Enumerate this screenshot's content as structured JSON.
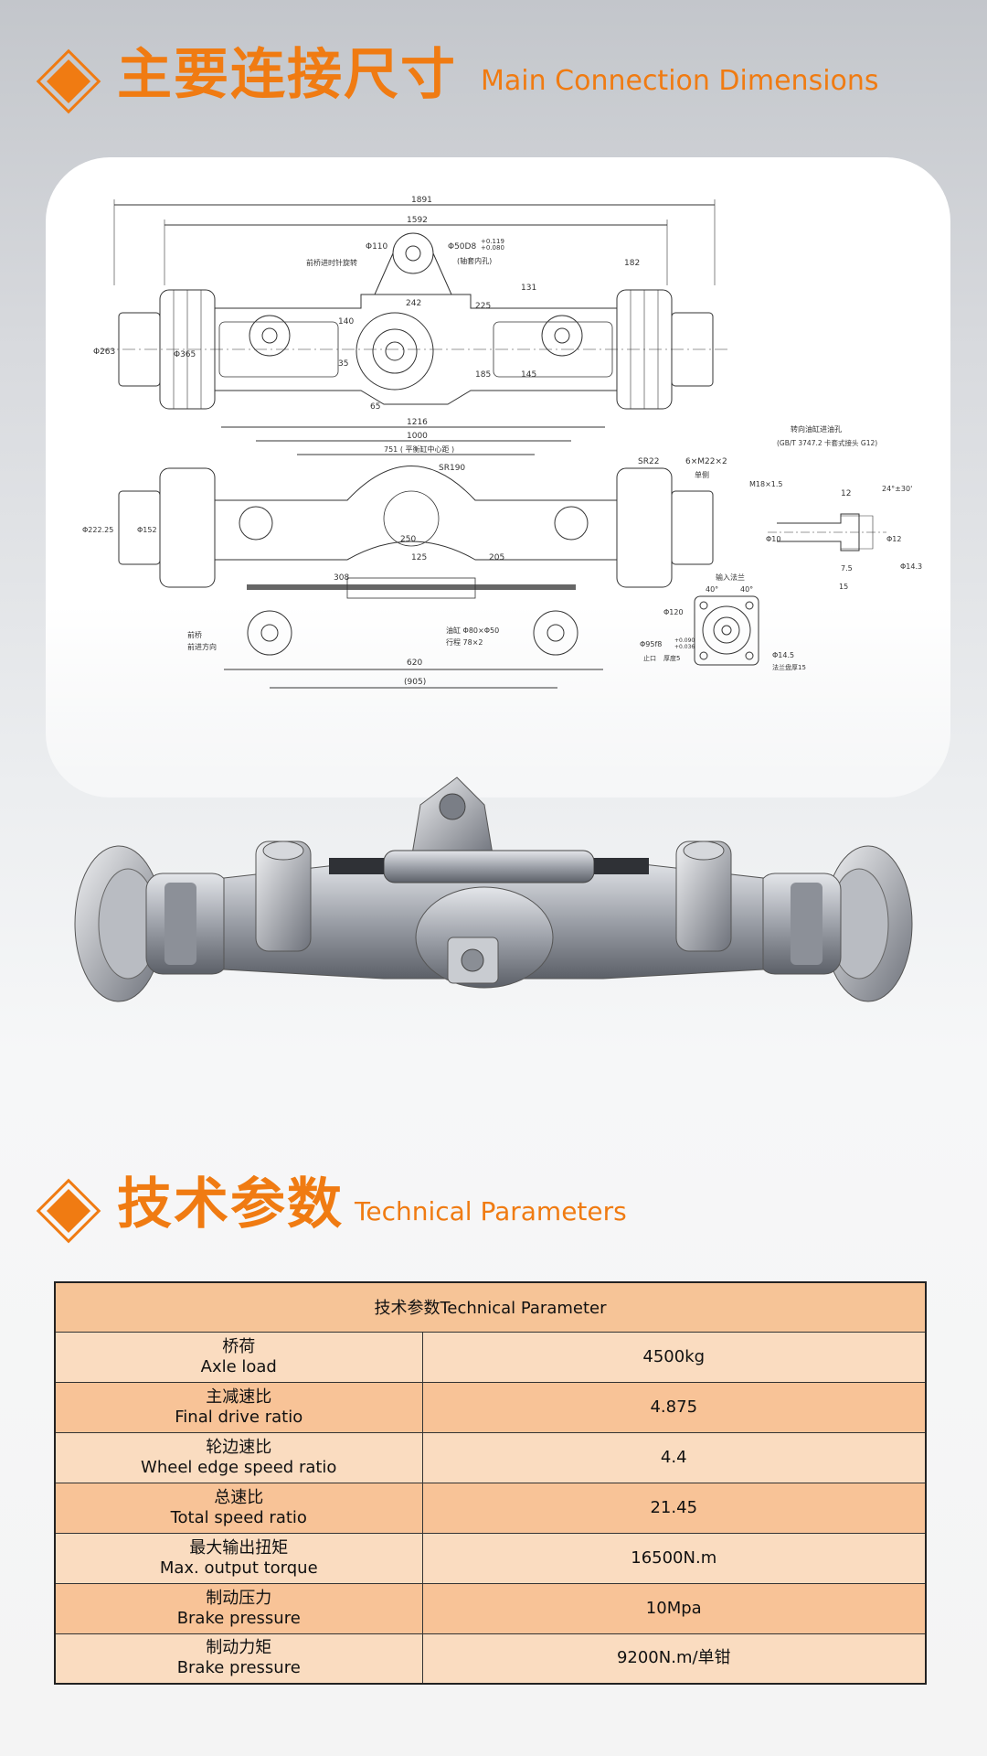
{
  "section1": {
    "title_cn": "主要连接尺寸",
    "title_en": "Main Connection Dimensions"
  },
  "drawing": {
    "top_view": {
      "dims": [
        "1891",
        "1592",
        "Φ110",
        "Φ50D8",
        "+0.119",
        "+0.080",
        "(轴套内孔)",
        "前桥进时针旋转",
        "182",
        "242",
        "225",
        "131",
        "Φ263",
        "Φ365",
        "140",
        "35",
        "185",
        "145",
        "65"
      ]
    },
    "front_view": {
      "dims": [
        "1216",
        "1000",
        "751 ( 平衡缸中心距 )",
        "SR190",
        "SR22",
        "6×M22×2",
        "单侧",
        "M18×1.5",
        "Φ222.25",
        "Φ152",
        "250",
        "125",
        "205",
        "308",
        "油缸 Φ80×Φ50",
        "行程 78×2",
        "620",
        "(905)",
        "前桥",
        "前进方向"
      ]
    },
    "port_detail": {
      "title": "转向油缸进油孔",
      "spec": "(GB/T 3747.2  卡套式接头 G12)",
      "dims": [
        "12",
        "24°±30'",
        "Φ10",
        "Φ12",
        "Φ14.3",
        "7.5",
        "15"
      ]
    },
    "flange_detail": {
      "label_input": "输入法兰",
      "dims": [
        "40°",
        "40°",
        "Φ120",
        "Φ95f8",
        "+0.090",
        "+0.036",
        "Φ14.5",
        "止口",
        "厚度5",
        "法兰盘厚15"
      ]
    }
  },
  "section2": {
    "title_cn": "技术参数",
    "title_en": "Technical Parameters"
  },
  "table": {
    "header": "技术参数Technical Parameter",
    "rows": [
      {
        "label_cn": "桥荷",
        "label_en": "Axle load",
        "value": "4500kg"
      },
      {
        "label_cn": "主减速比",
        "label_en": "Final drive ratio",
        "value": "4.875"
      },
      {
        "label_cn": "轮边速比",
        "label_en": "Wheel edge speed ratio",
        "value": "4.4"
      },
      {
        "label_cn": "总速比",
        "label_en": "Total speed ratio",
        "value": "21.45"
      },
      {
        "label_cn": "最大输出扭矩",
        "label_en": "Max. output torque",
        "value": "16500N.m"
      },
      {
        "label_cn": "制动压力",
        "label_en": "Brake pressure",
        "value": "10Mpa"
      },
      {
        "label_cn": "制动力矩",
        "label_en": "Brake pressure",
        "value": "9200N.m/单钳"
      }
    ]
  },
  "colors": {
    "accent": "#f07b12",
    "row_light": "#fadcc0",
    "row_dark": "#f8c397"
  }
}
